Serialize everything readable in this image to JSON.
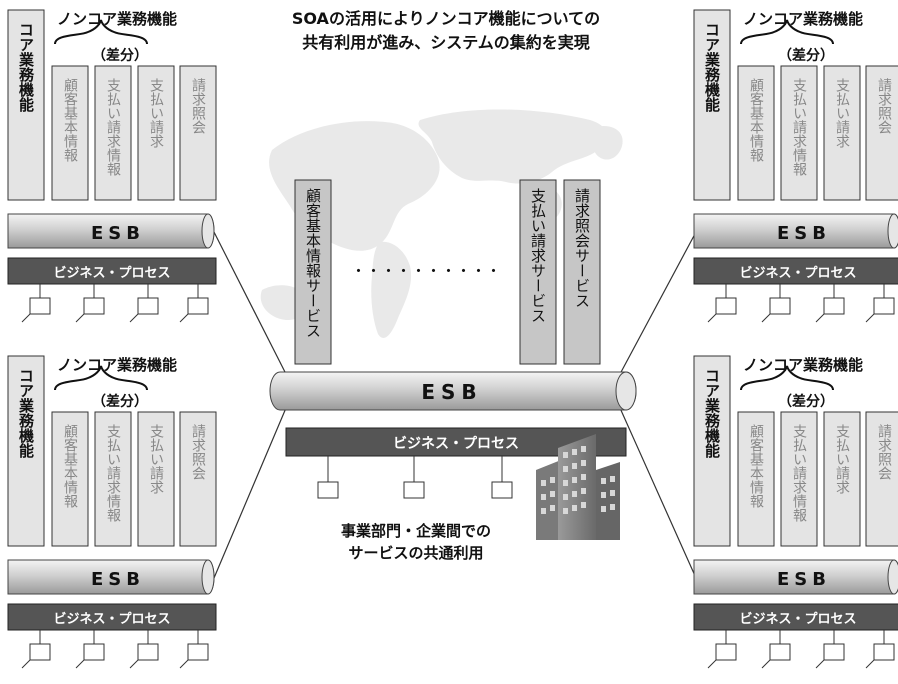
{
  "headline": {
    "line1": "SOAの活用によりノンコア機能についての",
    "line2": "共有利用が進み、システムの集約を実現"
  },
  "center": {
    "services": [
      "顧客基本情報サービス",
      "支払い請求サービス",
      "請求照会サービス"
    ],
    "ellipsis": "・・・・・・・・・・",
    "esb_label": "ESB",
    "process_label": "ビジネス・プロセス",
    "caption_line1": "事業部門・企業間での",
    "caption_line2": "サービスの共通利用"
  },
  "unit": {
    "noncore_title": "ノンコア業務機能",
    "diff_label": "（差分）",
    "core_label": "コア業務機能",
    "modules": [
      "顧客基本情報",
      "支払い請求情報",
      "支払い請求",
      "請求照会"
    ],
    "esb_label": "ESB",
    "process_label": "ビジネス・プロセス"
  },
  "colors": {
    "panel_light": "#e4e4e4",
    "panel_dark": "#c6c6c6",
    "process_bar": "#555555",
    "outline": "#333333",
    "map_land": "#e9e9e9",
    "module_text": "#888888"
  }
}
